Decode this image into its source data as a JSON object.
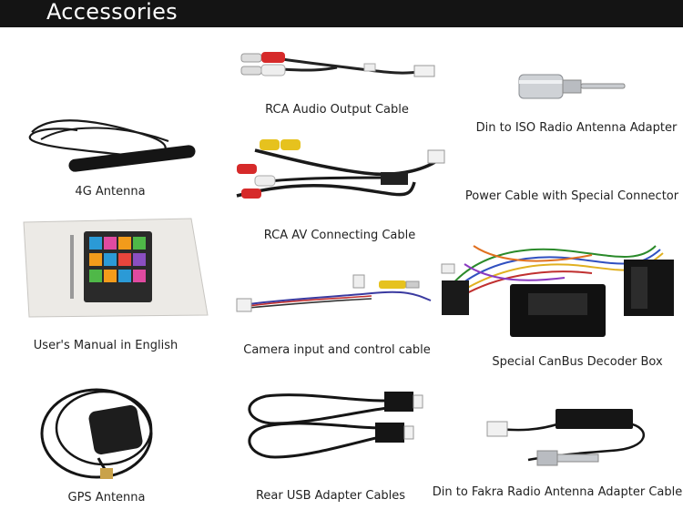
{
  "header": {
    "title": "Accessories"
  },
  "colors": {
    "header_bg": "#141414",
    "header_text": "#ffffff",
    "caption_text": "#222222"
  },
  "items": [
    {
      "label": "RCA Audio Output Cable",
      "icon": "rca-audio-cable-icon"
    },
    {
      "label": "Din to ISO Radio Antenna Adapter",
      "icon": "din-iso-adapter-icon"
    },
    {
      "label": "4G Antenna",
      "icon": "4g-antenna-icon"
    },
    {
      "label": "Power Cable with Special Connector",
      "icon": "power-cable-icon"
    },
    {
      "label": "RCA AV Connecting Cable",
      "icon": "rca-av-cable-icon"
    },
    {
      "label": "User's Manual in English",
      "icon": "manual-icon"
    },
    {
      "label": "Camera input and control cable",
      "icon": "camera-cable-icon"
    },
    {
      "label": "Special CanBus Decoder Box",
      "icon": "canbus-box-icon"
    },
    {
      "label": "GPS Antenna",
      "icon": "gps-antenna-icon"
    },
    {
      "label": "Rear USB Adapter Cables",
      "icon": "usb-cable-icon"
    },
    {
      "label": "Din to Fakra Radio Antenna Adapter Cable",
      "icon": "fakra-adapter-icon"
    }
  ]
}
